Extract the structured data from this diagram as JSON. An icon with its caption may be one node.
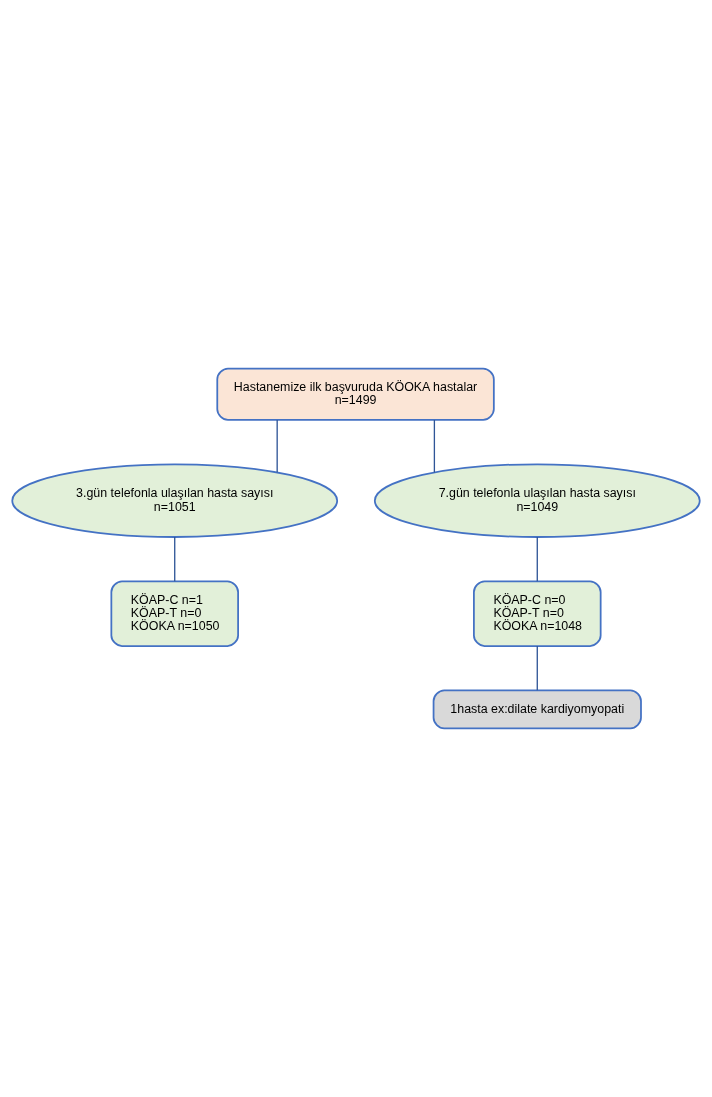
{
  "diagram": {
    "nodes": [
      {
        "text": [
          "Hastanemize ilk başvuruda KÖOKA hastalar",
          "n=1499"
        ]
      },
      {
        "text": [
          "3.gün telefonla ulaşılan hasta sayısı",
          "n=1051"
        ]
      },
      {
        "text": [
          "7.gün telefonla ulaşılan hasta sayısı",
          "n=1049"
        ]
      },
      {
        "text": [
          "KÖAP-C n=1",
          "KÖAP-T n=0",
          "KÖOKA n=1050"
        ]
      },
      {
        "text": [
          "KÖAP-C n=0",
          "KÖAP-T n=0",
          "KÖOKA n=1048"
        ]
      },
      {
        "text": [
          "1hasta ex:dilate kardiyomyopati"
        ]
      }
    ],
    "edges": [
      {
        "from": 0,
        "to": 1,
        "arrow": "none"
      },
      {
        "from": 0,
        "to": 2,
        "arrow": "none"
      },
      {
        "from": 1,
        "to": 3,
        "arrow": "none"
      },
      {
        "from": 2,
        "to": 4,
        "arrow": "none"
      },
      {
        "from": 4,
        "to": 5,
        "arrow": "none"
      }
    ]
  }
}
